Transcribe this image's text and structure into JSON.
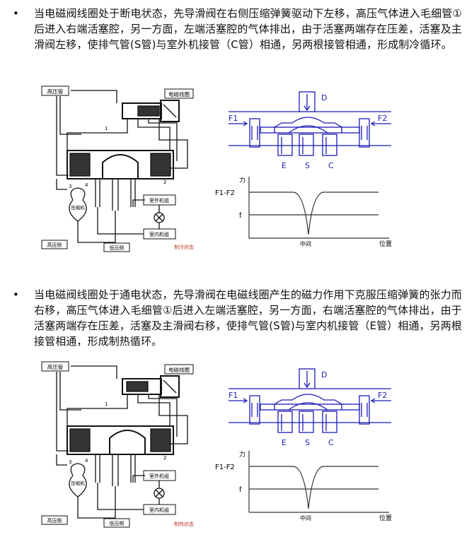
{
  "sections": [
    {
      "bullet": "•",
      "paragraph": "当电磁阀线圈处于断电状态，先导滑阀在右侧压缩弹簧驱动下左移，高压气体进入毛细管①后进入右端活塞腔，另一方面，左端活塞腔的气体排出，由于活塞两端存在压差，活塞及主滑阀左移，使排气管(S管)与室外机接管（C管）相通，另两根接管相通，形成制冷循环。",
      "schematic": {
        "high_pressure_pipe": "高压管",
        "solenoid_coil": "电磁线圈",
        "outdoor_unit": "室外机组",
        "indoor_unit": "室内机组",
        "compressor": "压缩机",
        "high_pressure_side": "高压侧",
        "low_pressure_side": "低压侧",
        "mode_label": "制冷状态",
        "num_1": "1",
        "num_2": "2",
        "num_3": "3",
        "num_4": "4"
      },
      "valve": {
        "D": "D",
        "F1": "F1",
        "F2": "F2",
        "E": "E",
        "S": "S",
        "C": "C"
      },
      "force_chart": {
        "y_axis_label": "力",
        "upper_label": "F1-F2",
        "lower_label": "f",
        "x_mid_label": "中间",
        "x_axis_label": "位置"
      }
    },
    {
      "bullet": "•",
      "paragraph": "当电磁阀线圈处于通电状态，先导滑阀在电磁线圈产生的磁力作用下克服压缩弹簧的张力而右移，高压气体进入毛细管①后进入左端活塞腔，另一方面，右端活塞腔的气体排出，由于活塞两端存在压差，活塞及主滑阀右移，使排气管(S管)与室内机接管（E管）相通，另两根接管相通，形成制热循环。",
      "schematic": {
        "high_pressure_pipe": "高压管",
        "solenoid_coil": "电磁线圈",
        "outdoor_unit": "室外机组",
        "indoor_unit": "室内机组",
        "compressor": "压缩机",
        "high_pressure_side": "高压侧",
        "low_pressure_side": "低压侧",
        "mode_label": "制热状态",
        "num_1": "1",
        "num_2": "2",
        "num_3": "3",
        "num_4": "4"
      },
      "valve": {
        "D": "D",
        "F1": "F1",
        "F2": "F2",
        "E": "E",
        "S": "S",
        "C": "C"
      },
      "force_chart": {
        "y_axis_label": "力",
        "upper_label": "F1-F2",
        "lower_label": "f",
        "x_mid_label": "中间",
        "x_axis_label": "位置"
      }
    }
  ],
  "colors": {
    "diagram_blue": "#1a1ab8",
    "mode_label_red": "#c0392b",
    "schematic_black": "#111111"
  }
}
